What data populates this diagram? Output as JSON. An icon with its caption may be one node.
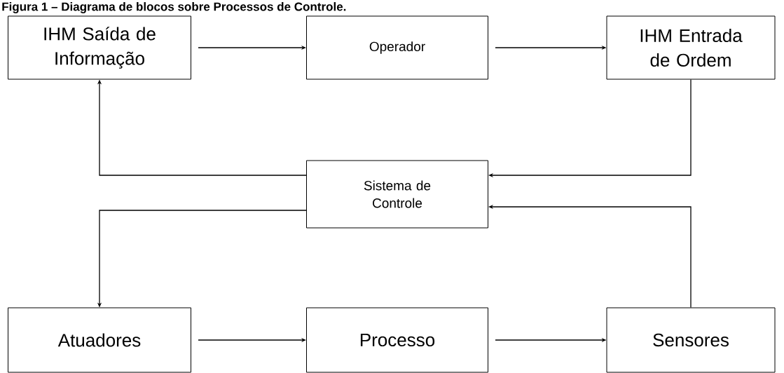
{
  "diagram": {
    "title": "Figura 1 – Diagrama de blocos sobre Processos de Controle.",
    "nodes": [
      {
        "text": [
          "IHM Saída de Informação"
        ]
      },
      {
        "text": [
          "Operador"
        ]
      },
      {
        "text": [
          "IHM Entrada de Ordem"
        ]
      },
      {
        "text": [
          "Sistema de Controle"
        ]
      },
      {
        "text": [
          "Atuadores"
        ]
      },
      {
        "text": [
          "Processo"
        ]
      },
      {
        "text": [
          "Sensores"
        ]
      }
    ],
    "edges": [
      {
        "from": 0,
        "to": 1,
        "arrow": "to"
      },
      {
        "from": 1,
        "to": 2,
        "arrow": "to"
      },
      {
        "from": 2,
        "to": 3,
        "arrow": "to"
      },
      {
        "from": 3,
        "to": 0,
        "arrow": "to"
      },
      {
        "from": 3,
        "to": 4,
        "arrow": "to"
      },
      {
        "from": 4,
        "to": 5,
        "arrow": "to"
      },
      {
        "from": 5,
        "to": 6,
        "arrow": "to"
      },
      {
        "from": 6,
        "to": 3,
        "arrow": "to"
      }
    ]
  }
}
